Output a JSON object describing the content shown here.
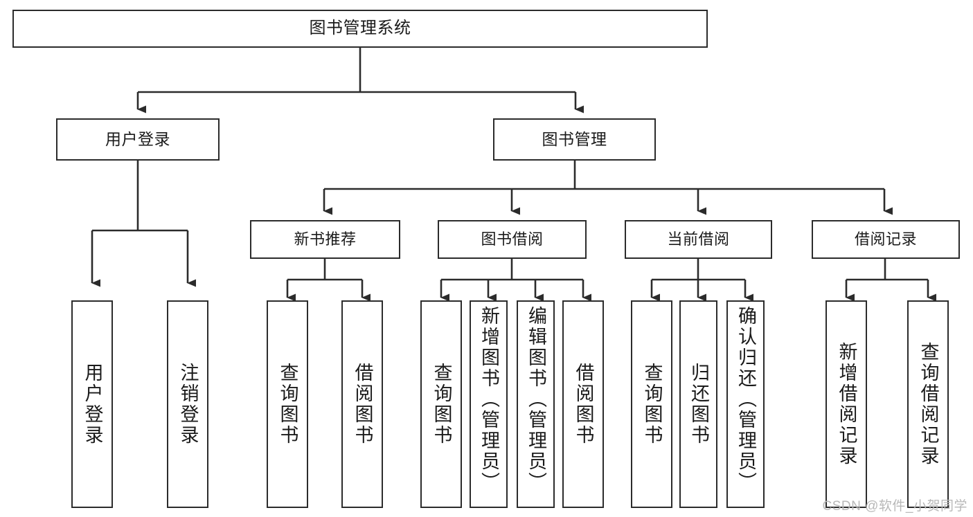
{
  "diagram": {
    "title": "图书管理系统",
    "type": "tree-hierarchy-chart",
    "stroke_color": "#2b2b2b",
    "fill_color": "#ffffff",
    "text_color": "#1a1a1a"
  },
  "root": {
    "label": "图书管理系统"
  },
  "level2": [
    {
      "label": "用户登录"
    },
    {
      "label": "图书管理"
    }
  ],
  "level3": [
    {
      "label": "新书推荐"
    },
    {
      "label": "图书借阅"
    },
    {
      "label": "当前借阅"
    },
    {
      "label": "借阅记录"
    }
  ],
  "leaves": {
    "user_login": [
      {
        "label": "用户登录"
      },
      {
        "label": "注销登录"
      }
    ],
    "new_book": [
      {
        "label": "查询图书"
      },
      {
        "label": "借阅图书"
      }
    ],
    "book_borrow": [
      {
        "label": "查询图书"
      },
      {
        "label": "新增图书（管理员）"
      },
      {
        "label": "编辑图书（管理员）"
      },
      {
        "label": "借阅图书"
      }
    ],
    "current_borrow": [
      {
        "label": "查询图书"
      },
      {
        "label": "归还图书"
      },
      {
        "label": "确认归还（管理员）"
      }
    ],
    "borrow_record": [
      {
        "label": "新增借阅记录"
      },
      {
        "label": "查询借阅记录"
      }
    ]
  },
  "watermark": {
    "text": "CSDN @软件_小贺同学"
  }
}
